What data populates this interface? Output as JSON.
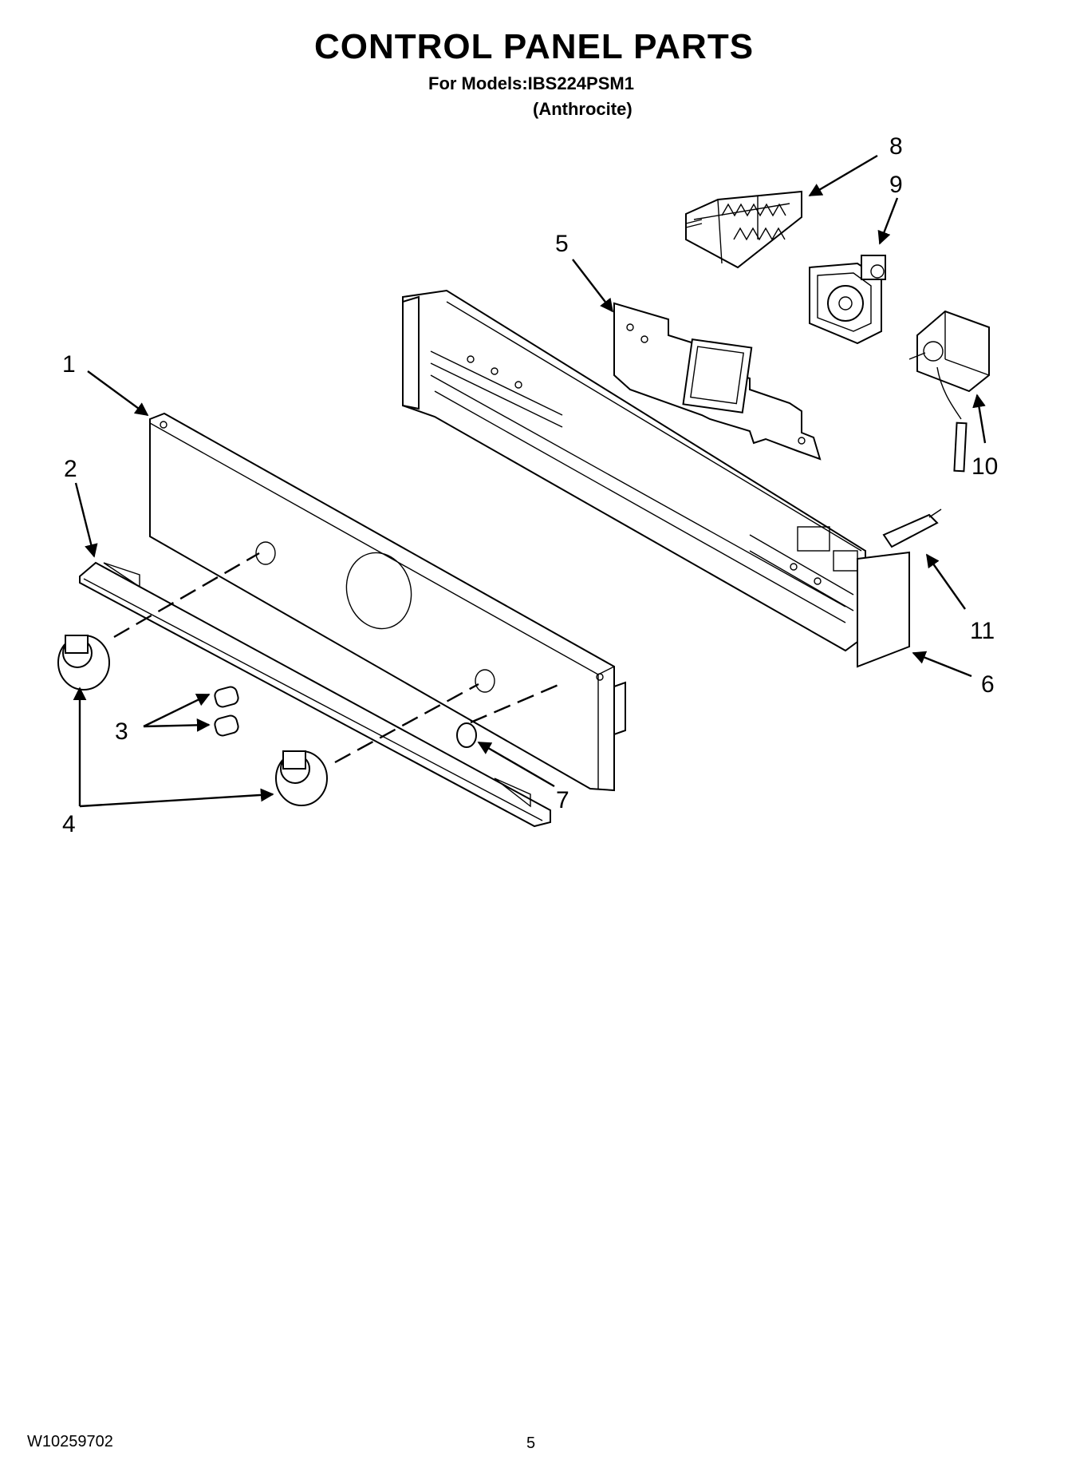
{
  "header": {
    "title": "CONTROL PANEL PARTS",
    "models_line": "For Models:IBS224PSM1",
    "color_line": "(Anthrocite)"
  },
  "callouts": {
    "c1": "1",
    "c2": "2",
    "c3": "3",
    "c4": "4",
    "c5": "5",
    "c6": "6",
    "c7": "7",
    "c8": "8",
    "c9": "9",
    "c10": "10",
    "c11": "11"
  },
  "footer": {
    "doc_number": "W10259702",
    "page_number": "5"
  }
}
